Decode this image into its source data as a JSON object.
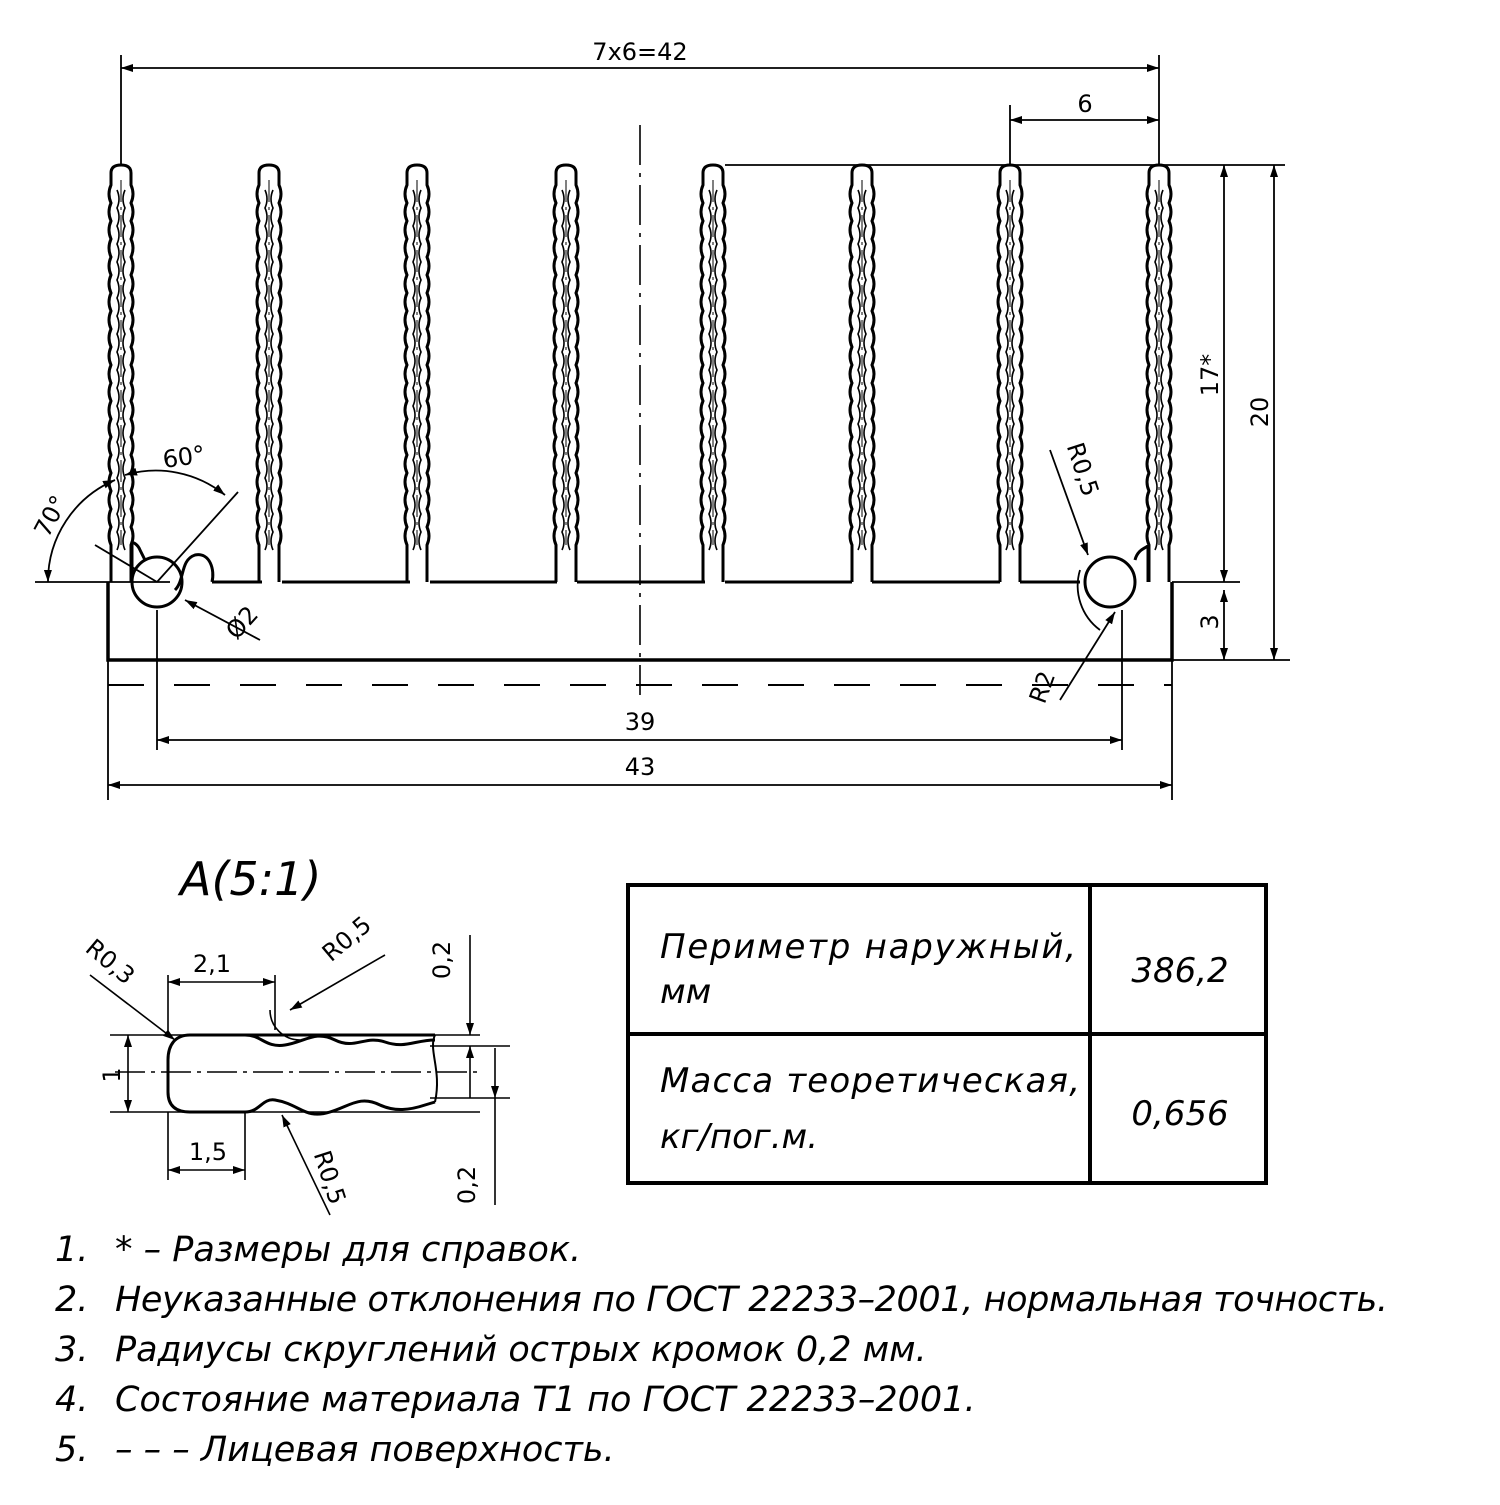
{
  "dimensions": {
    "top_pitch": "7x6=42",
    "fin_pitch": "6",
    "fin_height_ref": "17*",
    "total_height": "20",
    "base_thickness": "3",
    "hole_spacing": "39",
    "total_width": "43",
    "angle_left": "70°",
    "angle_top": "60°",
    "hole_dia": "Ø2",
    "groove_radius": "R0,5",
    "groove_arc_radius": "R2"
  },
  "detail": {
    "title": "A(5:1)",
    "r03": "R0,3",
    "d21": "2,1",
    "r05_top": "R0,5",
    "r05_bottom": "R0,5",
    "d02_top": "0,2",
    "d02_bottom": "0,2",
    "d1": "1",
    "d15": "1,5"
  },
  "props_table": [
    {
      "label": "Периметр наружный,",
      "unit": "мм",
      "value": "386,2"
    },
    {
      "label": "Масса теоретическая,",
      "unit": "кг/пог.м.",
      "value": "0,656"
    }
  ],
  "notes": [
    {
      "num": "1.",
      "text": "* – Размеры для справок."
    },
    {
      "num": "2.",
      "text": "Неуказанные отклонения по ГОСТ 22233–2001, нормальная точность."
    },
    {
      "num": "3.",
      "text": "Радиусы скруглений острых кромок 0,2 мм."
    },
    {
      "num": "4.",
      "text": "Состояние материала Т1 по ГОСТ 22233–2001."
    },
    {
      "num": "5.",
      "text": "– – – Лицевая поверхность."
    }
  ]
}
